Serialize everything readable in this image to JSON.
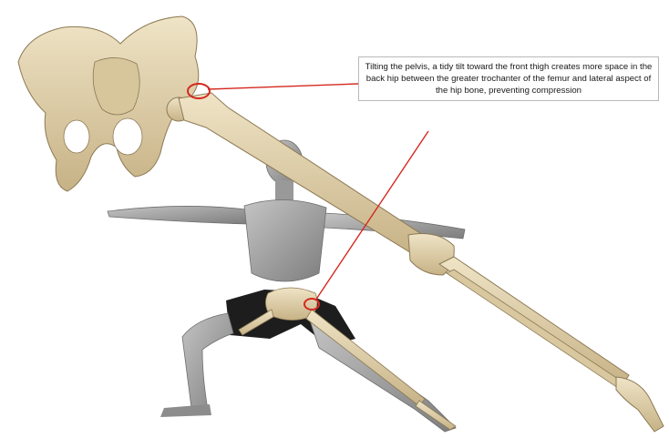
{
  "callout": {
    "text": "Tilting the pelvis, a tidy tilt toward the front thigh creates more space in the back hip between the greater trochanter of the femur and lateral aspect of the hip bone, preventing compression"
  },
  "colors": {
    "bone": "#e6d8b4",
    "bone_shadow": "#b8a47a",
    "skin": "#a3a3a3",
    "shorts": "#1d1d1d",
    "highlight": "#d4291f"
  },
  "icons": [
    "pelvis-illustration",
    "femur-illustration",
    "figure-warrior-pose"
  ]
}
